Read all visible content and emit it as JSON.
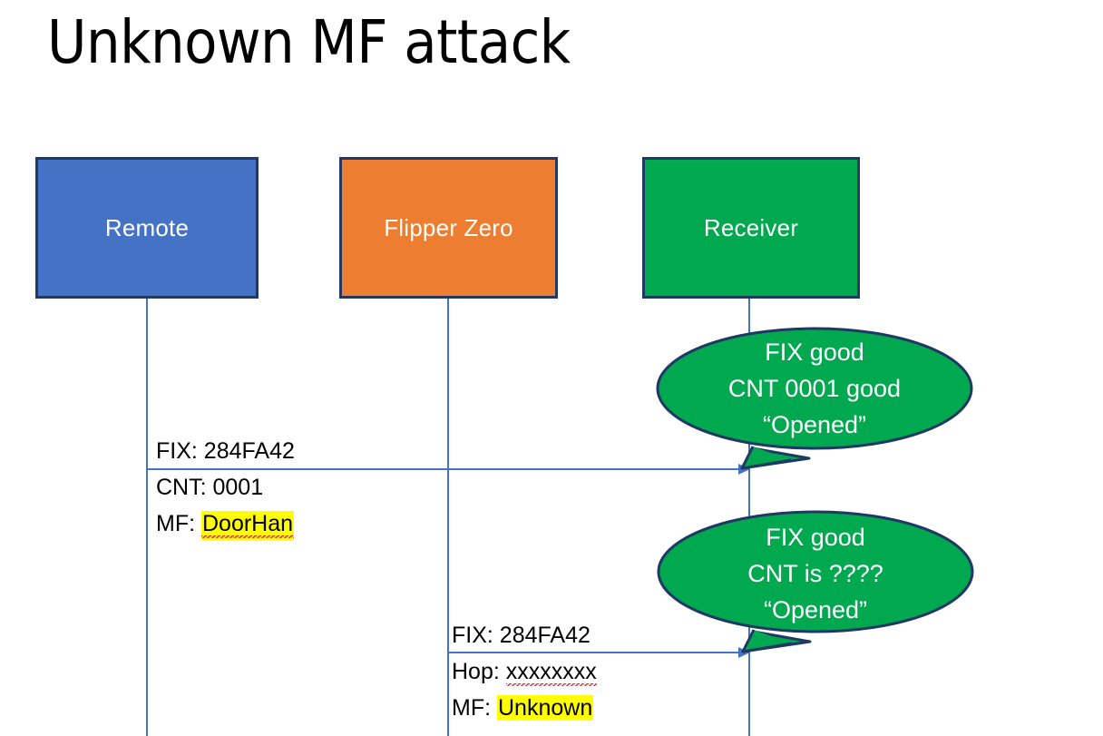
{
  "slide": {
    "title": "Unknown MF attack",
    "background": "#FFFFFF"
  },
  "colors": {
    "remote": "#4472C4",
    "flipper": "#ED7D31",
    "receiver": "#00A94F",
    "bubble_fill": "#00A94F",
    "box_border": "#1F3864",
    "lifeline": "#4472C4",
    "arrow": "#4472C4",
    "highlight": "#FFFF00",
    "spellcheck": "#E03030",
    "text_dark": "#000000",
    "text_light": "#FFFFFF"
  },
  "actors": [
    {
      "id": "remote",
      "label": "Remote"
    },
    {
      "id": "flipper",
      "label": "Flipper Zero"
    },
    {
      "id": "receiver",
      "label": "Receiver"
    }
  ],
  "messages": [
    {
      "id": "msg-remote-to-receiver",
      "from": "remote",
      "to": "receiver",
      "lines": [
        {
          "prefix": "FIX: ",
          "value": "284FA42",
          "highlight": false,
          "spellcheck": false
        },
        {
          "prefix": "CNT: ",
          "value": "0001",
          "highlight": false,
          "spellcheck": false
        },
        {
          "prefix": "MF: ",
          "value": "DoorHan",
          "highlight": true,
          "spellcheck": true
        }
      ]
    },
    {
      "id": "msg-flipper-to-receiver",
      "from": "flipper",
      "to": "receiver",
      "lines": [
        {
          "prefix": "FIX: ",
          "value": "284FA42",
          "highlight": false,
          "spellcheck": false
        },
        {
          "prefix": "Hop: ",
          "value": "xxxxxxxx",
          "highlight": false,
          "spellcheck": true
        },
        {
          "prefix": "MF: ",
          "value": "Unknown",
          "highlight": true,
          "spellcheck": false
        }
      ]
    }
  ],
  "bubbles": [
    {
      "id": "bubble-receiver-1",
      "lines": [
        "FIX good",
        "CNT 0001 good",
        "“Opened”"
      ]
    },
    {
      "id": "bubble-receiver-2",
      "lines": [
        "FIX good",
        "CNT is ????",
        "“Opened”"
      ]
    }
  ]
}
